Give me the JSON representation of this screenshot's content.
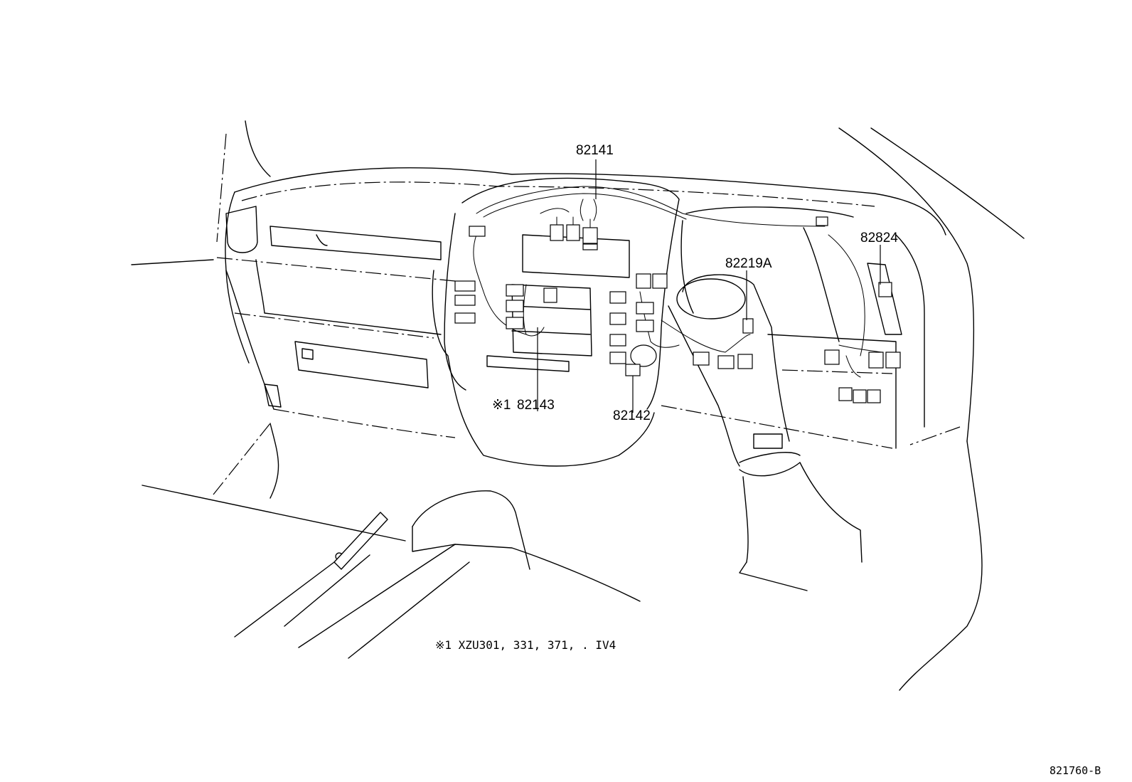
{
  "callouts": {
    "part_82141": "82141",
    "part_82824": "82824",
    "part_82219a": "82219A",
    "part_82143_mark": "※1",
    "part_82143": "82143",
    "part_82142": "82142"
  },
  "footnote": {
    "text": "※1  XZU301, 331, 371, . IV4"
  },
  "drawing_code": "821760-B"
}
